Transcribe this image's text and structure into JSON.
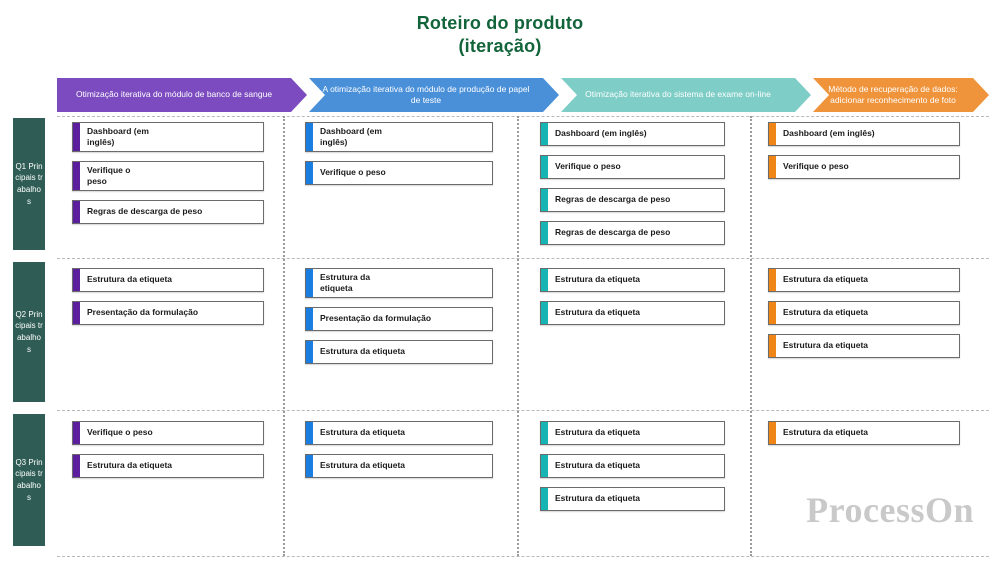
{
  "title": {
    "line1": "Roteiro do produto",
    "line2": "(iteração)",
    "color": "#12643a"
  },
  "watermark": "ProcessOn",
  "columns": [
    {
      "id": "col-1",
      "label": "Otimização iterativa do\nmódulo de banco de sangue",
      "header_color": "#7b4bbf",
      "accent_color": "#5b1f9e"
    },
    {
      "id": "col-2",
      "label": "A otimização iterativa do\nmódulo de produção de\npapel de teste",
      "header_color": "#4a90d9",
      "accent_color": "#1a7ee0"
    },
    {
      "id": "col-3",
      "label": "Otimização iterativa do sistema\nde exame on-line",
      "header_color": "#7ecdc6",
      "accent_color": "#17b4b4"
    },
    {
      "id": "col-4",
      "label": "Método de recuperação de dados: adicionar\nreconhecimento de foto",
      "header_color": "#f0943c",
      "accent_color": "#ef8517"
    }
  ],
  "rows": [
    {
      "id": "row-q1",
      "label": "Q1 Principais trabalhos",
      "label_color": "#2f5d55"
    },
    {
      "id": "row-q2",
      "label": "Q2 Principais trabalhos",
      "label_color": "#2f5d55"
    },
    {
      "id": "row-q3",
      "label": "Q3 Principais trabalhos",
      "label_color": "#2f5d55"
    }
  ],
  "cells": {
    "q1": [
      [
        {
          "text": "Dashboard (em\ninglês)",
          "lines": 2
        },
        {
          "text": "Verifique o\npeso",
          "lines": 2
        },
        {
          "text": "Regras de descarga de peso",
          "lines": 1
        }
      ],
      [
        {
          "text": "Dashboard (em\ninglês)",
          "lines": 2
        },
        {
          "text": "Verifique o peso",
          "lines": 1
        }
      ],
      [
        {
          "text": "Dashboard (em inglês)",
          "lines": 1
        },
        {
          "text": "Verifique o peso",
          "lines": 1
        },
        {
          "text": "Regras de descarga de peso",
          "lines": 1
        },
        {
          "text": "Regras de descarga de peso",
          "lines": 1
        }
      ],
      [
        {
          "text": "Dashboard (em inglês)",
          "lines": 1
        },
        {
          "text": "Verifique o peso",
          "lines": 1
        }
      ]
    ],
    "q2": [
      [
        {
          "text": "Estrutura da etiqueta",
          "lines": 1
        },
        {
          "text": "Presentação da formulação",
          "lines": 1
        }
      ],
      [
        {
          "text": "Estrutura da\netiqueta",
          "lines": 2
        },
        {
          "text": "Presentação da formulação",
          "lines": 1
        },
        {
          "text": "Estrutura da etiqueta",
          "lines": 1
        }
      ],
      [
        {
          "text": "Estrutura da etiqueta",
          "lines": 1
        },
        {
          "text": "Estrutura da etiqueta",
          "lines": 1
        }
      ],
      [
        {
          "text": "Estrutura da etiqueta",
          "lines": 1
        },
        {
          "text": "Estrutura da etiqueta",
          "lines": 1
        },
        {
          "text": "Estrutura da etiqueta",
          "lines": 1
        }
      ]
    ],
    "q3": [
      [
        {
          "text": "Verifique o peso",
          "lines": 1
        },
        {
          "text": "Estrutura da etiqueta",
          "lines": 1
        }
      ],
      [
        {
          "text": "Estrutura da etiqueta",
          "lines": 1
        },
        {
          "text": "Estrutura da etiqueta",
          "lines": 1
        }
      ],
      [
        {
          "text": "Estrutura da etiqueta",
          "lines": 1
        },
        {
          "text": "Estrutura da etiqueta",
          "lines": 1
        },
        {
          "text": "Estrutura da etiqueta",
          "lines": 1
        }
      ],
      [
        {
          "text": "Estrutura da etiqueta",
          "lines": 1
        }
      ]
    ]
  }
}
